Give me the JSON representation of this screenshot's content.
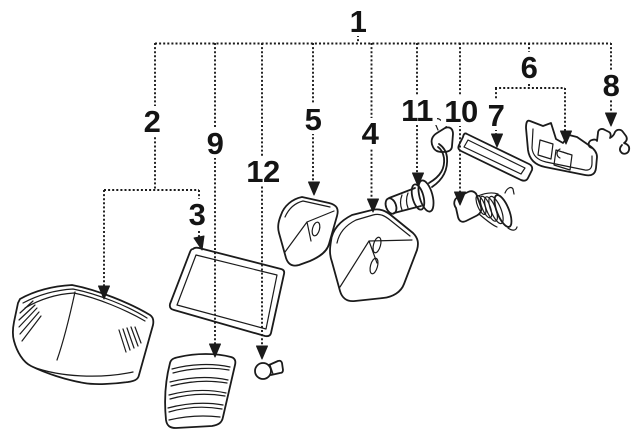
{
  "figure": {
    "kind": "exploded-parts-diagram",
    "ink_color": "#1b1b1b",
    "background_color": "#ffffff",
    "callouts": [
      {
        "num": "1",
        "target": "headlamp-assembly-group"
      },
      {
        "num": "2",
        "target": "headlamp-lens"
      },
      {
        "num": "3",
        "target": "lens-seal"
      },
      {
        "num": "4",
        "target": "large-reflector-housing"
      },
      {
        "num": "5",
        "target": "small-reflector-housing"
      },
      {
        "num": "6",
        "target": "mounting-bracket-group"
      },
      {
        "num": "7",
        "target": "bracket-gasket"
      },
      {
        "num": "8",
        "target": "retaining-clip"
      },
      {
        "num": "9",
        "target": "signal-lens"
      },
      {
        "num": "10",
        "target": "halogen-bulb"
      },
      {
        "num": "11",
        "target": "bulb-socket-with-wire"
      },
      {
        "num": "12",
        "target": "small-bulb"
      }
    ]
  }
}
